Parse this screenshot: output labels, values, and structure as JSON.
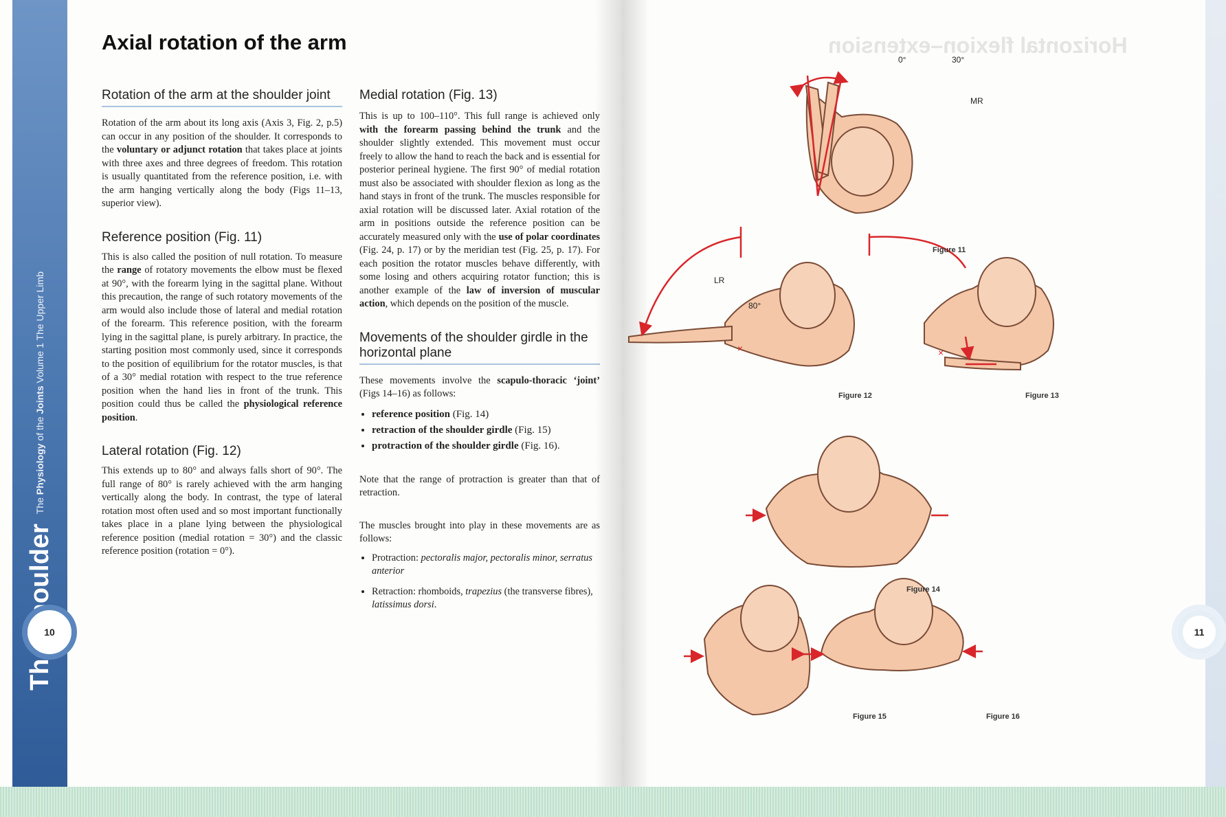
{
  "left_page": {
    "title": "Axial rotation of the arm",
    "band_title": "The Shoulder",
    "band_subtitle_parts": [
      "The ",
      "Physiology",
      " of the ",
      "Joints",
      " Volume 1 The Upper Limb"
    ],
    "page_number": "10",
    "col1": {
      "s1_heading": "Rotation of the arm at the shoulder joint",
      "s1_p_a": "Rotation of the arm about its long axis (Axis 3, Fig. 2, p.5) can occur in any position of the shoulder. It corresponds to the ",
      "s1_p_b": "voluntary or adjunct rotation",
      "s1_p_c": " that takes place at joints with three axes and three degrees of freedom. This rotation is usually quantitated from the reference position, i.e. with the arm hanging vertically along the body (Figs 11–13, superior view).",
      "s2_heading": "Reference position (Fig. 11)",
      "s2_p_a": "This is also called the position of null rotation. To measure the ",
      "s2_p_b": "range",
      "s2_p_c": " of rotatory movements the elbow must be flexed at 90°, with the forearm lying in the sagittal plane. Without this precaution, the range of such rotatory movements of the arm would also include those of lateral and medial rotation of the forearm. This reference position, with the forearm lying in the sagittal plane, is purely arbitrary. In practice, the starting position most commonly used, since it corresponds to the position of equilibrium for the rotator muscles, is that of a 30° medial rotation with respect to the true reference position when the hand lies in front of the trunk. This position could thus be called the ",
      "s2_p_d": "physiological reference position",
      "s2_p_e": ".",
      "s3_heading": "Lateral rotation (Fig. 12)",
      "s3_p": "This extends up to 80° and always falls short of 90°. The full range of 80° is rarely achieved with the arm hanging vertically along the body. In contrast, the type of lateral rotation most often used and so most important functionally takes place in a plane lying between the physiological reference position (medial rotation = 30°) and the classic reference position (rotation = 0°)."
    },
    "col2": {
      "s1_heading": "Medial rotation (Fig. 13)",
      "s1_p_a": "This is up to 100–110°. This full range is achieved only ",
      "s1_p_b": "with the forearm passing behind the trunk",
      "s1_p_c": " and the shoulder slightly extended. This movement must occur freely to allow the hand to reach the back and is essential for posterior perineal hygiene. The first 90° of medial rotation must also be associated with shoulder flexion as long as the hand stays in front of the trunk. The muscles responsible for axial rotation will be discussed later. Axial rotation of the arm in positions outside the reference position can be accurately measured only with the ",
      "s1_p_d": "use of polar coordinates",
      "s1_p_e": " (Fig. 24, p. 17) or by the meridian test (Fig. 25, p. 17). For each position the rotator muscles behave differently, with some losing and others acquiring rotator function; this is another example of the ",
      "s1_p_f": "law of inversion of muscular action",
      "s1_p_g": ", which depends on the position of the muscle.",
      "s2_heading": "Movements of the shoulder girdle in the horizontal plane",
      "s2_p_a": "These movements involve the ",
      "s2_p_b": "scapulo-thoracic ‘joint’",
      "s2_p_c": " (Figs 14–16) as follows:",
      "bullets": [
        {
          "bold": "reference position",
          "rest": " (Fig. 14)"
        },
        {
          "bold": "retraction of the shoulder girdle",
          "rest": " (Fig. 15)"
        },
        {
          "bold": "protraction of the shoulder girdle",
          "rest": " (Fig. 16)."
        }
      ],
      "note": "Note that the range of protraction is greater than that of retraction.",
      "muscles_intro": "The muscles brought into play in these movements are as follows:",
      "protraction_label": "Protraction: ",
      "protraction_muscles": "pectoralis major, pectoralis minor, serratus anterior",
      "retraction_label": "Retraction: rhomboids, ",
      "retraction_muscles_1": "trapezius",
      "retraction_mid": " (the transverse fibres), ",
      "retraction_muscles_2": "latissimus dorsi",
      "retraction_end": "."
    }
  },
  "right_page": {
    "page_number": "11",
    "ghost_heading": "Horizontal flexion–extension",
    "figures": {
      "fig11": {
        "label": "Figure 11",
        "angle_0": "0°",
        "angle_30": "30°",
        "mr": "MR"
      },
      "fig12": {
        "label": "Figure 12",
        "lr": "LR",
        "angle_80": "80°"
      },
      "fig13": {
        "label": "Figure 13"
      },
      "fig14": {
        "label": "Figure 14"
      },
      "fig15": {
        "label": "Figure 15"
      },
      "fig16": {
        "label": "Figure 16"
      }
    }
  },
  "colors": {
    "band_blue": "#4f7bb3",
    "accent_red": "#d8262a",
    "skin": "#f3c7a8",
    "rule_blue": "#a9c2de"
  }
}
